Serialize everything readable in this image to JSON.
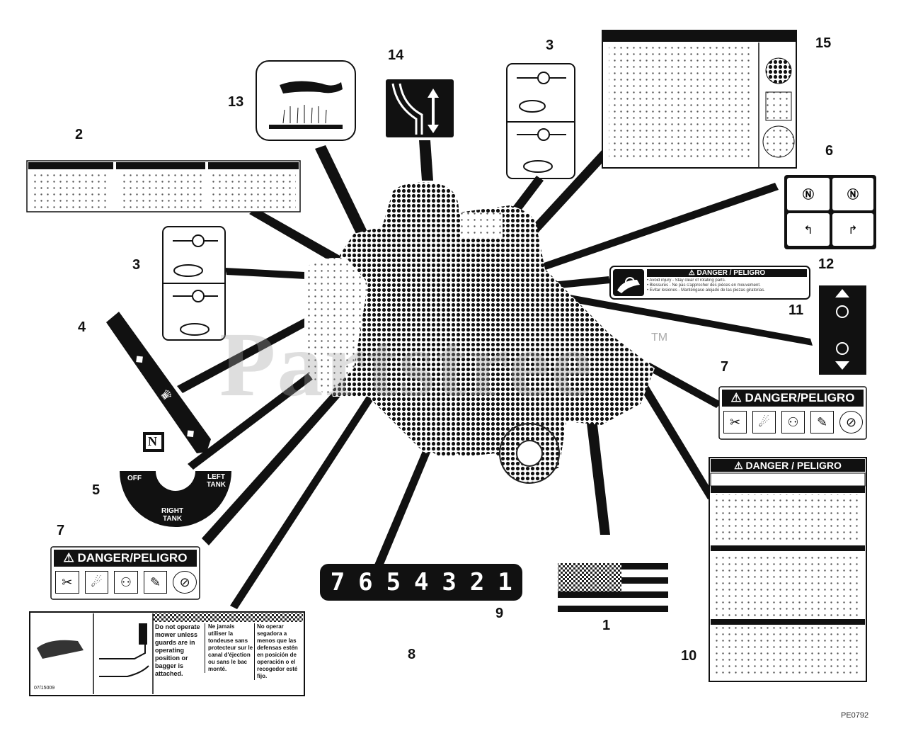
{
  "diagram": {
    "watermark": "Partstree",
    "trademark": "TM",
    "figure_code": "PE0792",
    "callouts": [
      "1",
      "2",
      "3",
      "3",
      "4",
      "5",
      "6",
      "7",
      "7",
      "8",
      "9",
      "10",
      "11",
      "12",
      "13",
      "14",
      "15"
    ]
  },
  "labels": {
    "decal5": {
      "off": "OFF",
      "left": "LEFT",
      "left_tank": "TANK",
      "right": "RIGHT",
      "right_tank": "TANK"
    },
    "decal7": {
      "banner": "DANGER/PELIGRO"
    },
    "decal7b": {
      "banner": "DANGER/PELIGRO"
    },
    "decal9": {
      "digits": [
        "7",
        "6",
        "5",
        "4",
        "3",
        "2",
        "1"
      ]
    },
    "decal8": {
      "part_no": "07/15009",
      "en": "Do not operate mower unless guards are in operating position or bagger is attached.",
      "fr": "Ne jamais utiliser la tondeuse sans protecteur sur le canal d'éjection ou sans le bac monté.",
      "es": "No operar segadora a menos que las defensas estén en posición de operación o el recogedor esté fijo."
    },
    "decal10": {
      "banner": "DANGER / PELIGRO"
    },
    "decal11": {
      "banner": "DANGER / PELIGRO",
      "line1": "• Avoid injury - Stay clear of rotating parts.",
      "line2": "• Blessures - Ne pas s'approcher des pièces en mouvement.",
      "line3": "• Evitar lesiones - Manténgase alejado de las piezas giratorias."
    },
    "decal4": {
      "mark": "N"
    }
  }
}
